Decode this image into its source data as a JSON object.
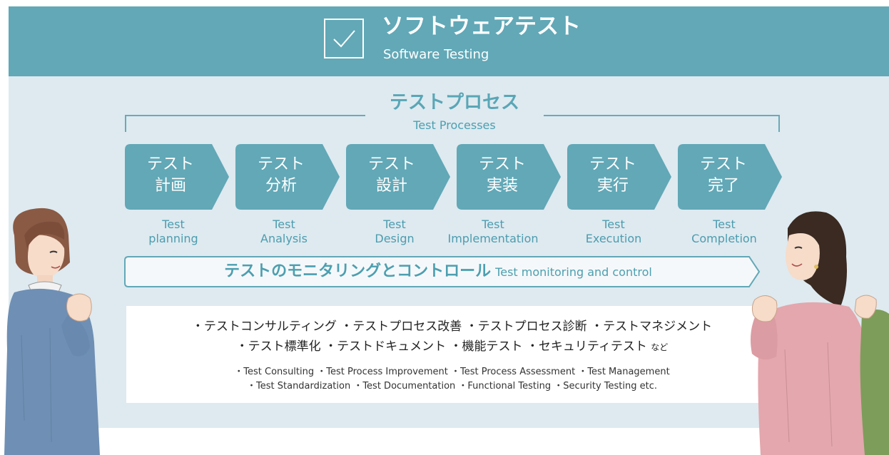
{
  "header": {
    "title": "ソフトウェアテスト",
    "subtitle": "Software Testing",
    "icon": "checkbox-check-icon",
    "background": "#62a8b7"
  },
  "process": {
    "title": "テストプロセス",
    "subtitle": "Test Processes",
    "steps": [
      {
        "jp_line1": "テスト",
        "jp_line2": "計画",
        "en_line1": "Test",
        "en_line2": "planning"
      },
      {
        "jp_line1": "テスト",
        "jp_line2": "分析",
        "en_line1": "Test",
        "en_line2": "Analysis"
      },
      {
        "jp_line1": "テスト",
        "jp_line2": "設計",
        "en_line1": "Test",
        "en_line2": "Design"
      },
      {
        "jp_line1": "テスト",
        "jp_line2": "実装",
        "en_line1": "Test",
        "en_line2": "Implementation"
      },
      {
        "jp_line1": "テスト",
        "jp_line2": "実行",
        "en_line1": "Test",
        "en_line2": "Execution"
      },
      {
        "jp_line1": "テスト",
        "jp_line2": "完了",
        "en_line1": "Test",
        "en_line2": "Completion"
      }
    ]
  },
  "monitoring": {
    "jp": "テストのモニタリングとコントロール",
    "en": "Test monitoring and control"
  },
  "services": {
    "jp_line1": "・テストコンサルティング ・テストプロセス改善 ・テストプロセス診断 ・テストマネジメント",
    "jp_line2": "・テスト標準化 ・テストドキュメント ・機能テスト ・セキュリティテスト",
    "jp_line2_suffix": "など",
    "en_line1": "・Test Consulting ・Test Process Improvement ・Test Process Assessment ・Test Management",
    "en_line2": "・Test Standardization ・Test Documentation ・Functional Testing ・Security Testing etc."
  },
  "colors": {
    "accent": "#62a8b7",
    "step_fill": "#62a8b7",
    "panel": "#deeaf0",
    "text_accent": "#4c9fb0"
  }
}
